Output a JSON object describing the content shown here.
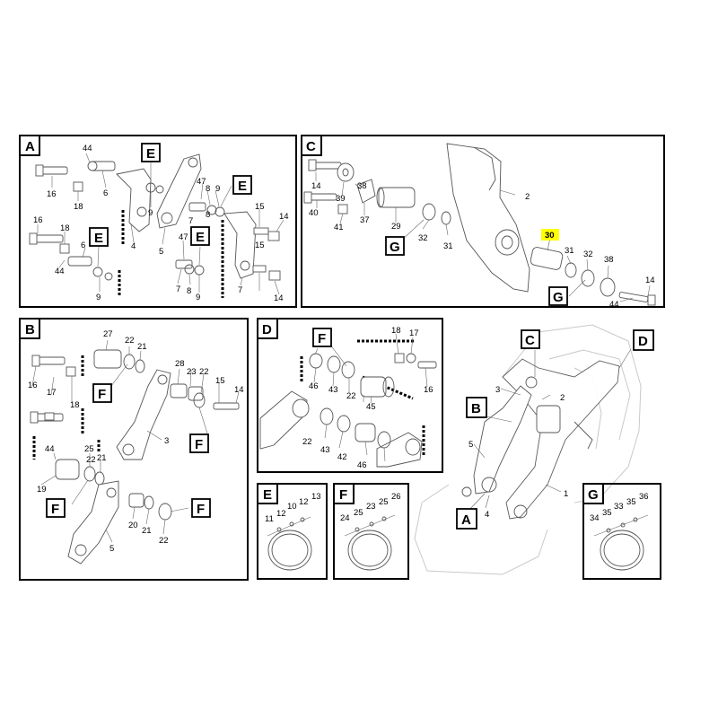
{
  "diagram": {
    "highlight_color": "#ffff00",
    "panels": {
      "A": {
        "title": "A",
        "labels": [
          "44",
          "16",
          "18",
          "6",
          "E",
          "9",
          "5",
          "47",
          "8",
          "9",
          "E",
          "15",
          "14",
          "4",
          "16",
          "18",
          "6",
          "E",
          "44",
          "9",
          "47",
          "E",
          "8",
          "7",
          "15",
          "7",
          "8",
          "9",
          "7",
          "14"
        ]
      },
      "C": {
        "title": "C",
        "labels": [
          "14",
          "39",
          "38",
          "40",
          "41",
          "37",
          "29",
          "G",
          "32",
          "31",
          "2",
          "30",
          "31",
          "32",
          "38",
          "G",
          "14",
          "44"
        ]
      },
      "B": {
        "title": "B",
        "labels": [
          "27",
          "22",
          "21",
          "16",
          "F",
          "17",
          "18",
          "28",
          "23",
          "22",
          "15",
          "14",
          "F",
          "3",
          "44",
          "25",
          "22",
          "21",
          "19",
          "F",
          "20",
          "21",
          "22",
          "F",
          "5"
        ]
      },
      "D": {
        "title": "D",
        "labels": [
          "F",
          "18",
          "17",
          "46",
          "43",
          "22",
          "16",
          "45",
          "22",
          "43",
          "42",
          "46"
        ]
      },
      "E": {
        "title": "E",
        "labels": [
          "11",
          "12",
          "10",
          "12",
          "13"
        ]
      },
      "F": {
        "title": "F",
        "labels": [
          "24",
          "25",
          "23",
          "25",
          "26"
        ]
      },
      "G": {
        "title": "G",
        "labels": [
          "34",
          "35",
          "33",
          "35",
          "36"
        ]
      }
    },
    "overview": {
      "callouts": [
        "C",
        "D",
        "B",
        "A"
      ],
      "labels": [
        "3",
        "2",
        "5",
        "4",
        "1"
      ]
    },
    "highlighted_part": "30"
  }
}
